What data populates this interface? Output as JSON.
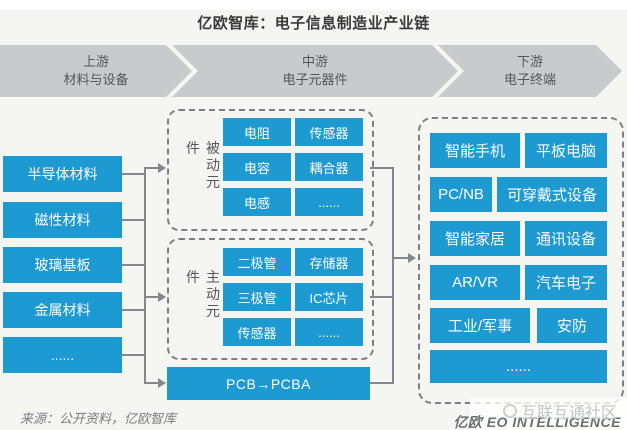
{
  "title": "亿欧智库：电子信息制造业产业链",
  "stages": [
    {
      "line1": "上游",
      "line2": "材料与设备"
    },
    {
      "line1": "中游",
      "line2": "电子元器件"
    },
    {
      "line1": "下游",
      "line2": "电子终端"
    }
  ],
  "materials": [
    "半导体材料",
    "磁性材料",
    "玻璃基板",
    "金属材料",
    "......"
  ],
  "passive": {
    "label": "被动元件",
    "items": [
      "电阻",
      "传感器",
      "电容",
      "耦合器",
      "电感",
      "......"
    ]
  },
  "active": {
    "label": "主动元件",
    "items": [
      "二极管",
      "存储器",
      "三极管",
      "IC芯片",
      "传感器",
      "......"
    ]
  },
  "pcb": {
    "label": "PCB→PCBA"
  },
  "terminals": [
    "智能手机",
    "平板电脑",
    "PC/NB",
    "可穿戴式设备",
    "智能家居",
    "通讯设备",
    "AR/VR",
    "汽车电子",
    "工业/军事",
    "安防",
    "......"
  ],
  "footer": {
    "source": "来源：公开资料，亿欧智库",
    "brand": "亿欧 EO INTELLIGENCE",
    "community": "互联互通社区"
  },
  "colors": {
    "primary_blue": "#1e9ad2",
    "arrow_gray": "#c9cacc",
    "line_gray": "#85878a",
    "text_dark": "#55565a",
    "background": "#f5f5f1"
  }
}
